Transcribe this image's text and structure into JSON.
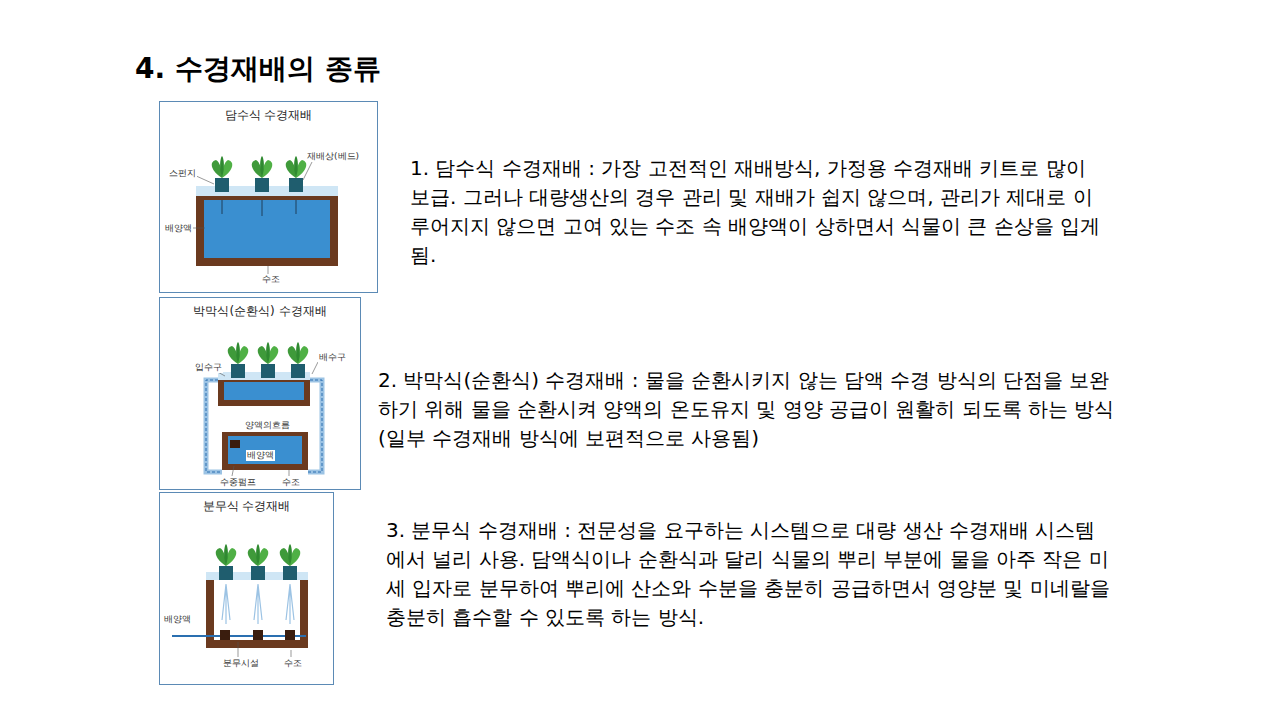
{
  "diagram": {
    "title": "4. 수경재배의 종류",
    "nodes": [
      {
        "text": [
          "담수식 수경재배"
        ]
      },
      {
        "text": [
          "박막식(순환식) 수경재배"
        ]
      },
      {
        "text": [
          "분무식 수경재배"
        ]
      }
    ],
    "labels": [
      "스펀지",
      "재배상(베드)",
      "배양액",
      "수조",
      "입수구",
      "배수구",
      "양액의흐름",
      "배양액",
      "수중펌프",
      "수조",
      "배양액",
      "분무시설",
      "수조",
      "1. 담수식 수경재배 : 가장 고전적인 재배방식, 가정용 수경재배 키트로 많이 보급. 그러나 대량생산의 경우 관리 및 재배가 쉽지 않으며, 관리가 제대로 이루어지지 않으면 고여 있는 수조 속 배양액이 상하면서 식물이 큰 손상을 입게 됨.",
      "2. 박막식(순환식) 수경재배 : 물을 순환시키지 않는 담액 수경 방식의 단점을 보완하기 위해 물을 순환시켜 양액의 온도유지 및 영양 공급이 원활히 되도록 하는 방식 (일부 수경재배 방식에 보편적으로 사용됨)",
      "3. 분무식 수경재배 : 전문성을 요구하는 시스템으로 대량 생산 수경재배 시스템에서 널리 사용. 담액식이나 순환식과 달리 식물의 뿌리 부분에 물을 아주 작은 미세 입자로 분무하여 뿌리에 산소와 수분을 충분히 공급하면서 영양분 및 미네랄을 충분히 흡수할 수 있도록 하는 방식."
    ]
  }
}
